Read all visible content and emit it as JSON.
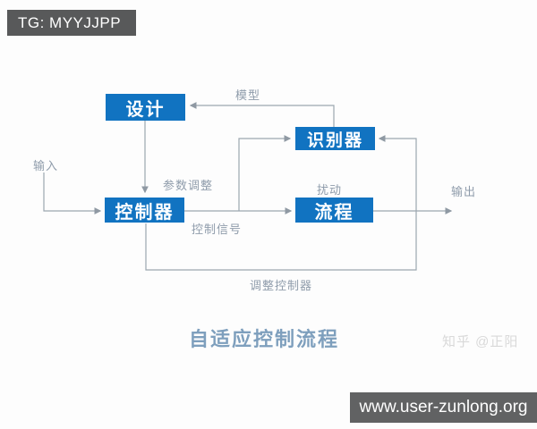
{
  "overlay": {
    "top_badge": "TG: MYYJJPP",
    "bottom_badge": "www.user-zunlong.org"
  },
  "diagram": {
    "title": "自适应控制流程",
    "watermark": "知乎 @正阳",
    "nodes": {
      "design": "设计",
      "identifier": "识别器",
      "controller": "控制器",
      "process": "流程"
    },
    "edge_labels": {
      "input": "输入",
      "model": "模型",
      "param_adjust": "参数调整",
      "control_signal": "控制信号",
      "disturbance": "扰动",
      "output": "输出",
      "adjust_controller": "调整控制器"
    },
    "colors": {
      "node_fill": "#1173c1",
      "node_text": "#ffffff",
      "connector": "#9ca7b0",
      "label_text": "#8f9cab",
      "title_text": "#7e9fbd",
      "watermark_text": "#d9d9d9",
      "badge_bg": "#58595a",
      "badge_text": "#ffffff",
      "background": "#fdfdfd"
    }
  }
}
